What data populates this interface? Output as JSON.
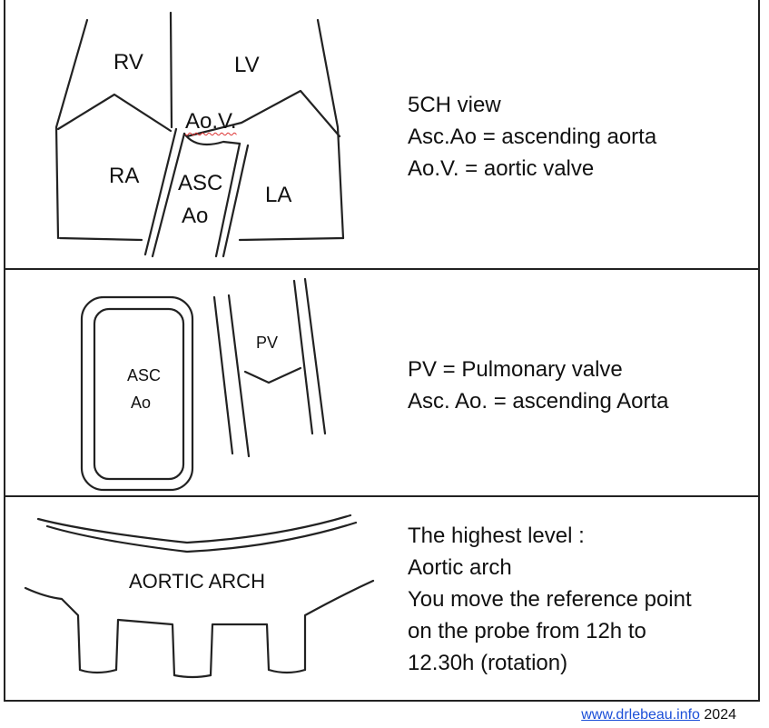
{
  "panels": [
    {
      "labels": {
        "rv": "RV",
        "lv": "LV",
        "aov": "Ao.V.",
        "ra": "RA",
        "asc_line1": "ASC",
        "asc_line2": "Ao",
        "la": "LA"
      },
      "caption": [
        "5CH view",
        "Asc.Ao = ascending aorta",
        "Ao.V. = aortic valve"
      ]
    },
    {
      "labels": {
        "asc_line1": "ASC",
        "asc_line2": "Ao",
        "pv": "PV"
      },
      "caption": [
        "PV = Pulmonary valve",
        "Asc. Ao. = ascending Aorta"
      ]
    },
    {
      "labels": {
        "arch": "AORTIC ARCH"
      },
      "caption": [
        "The highest level :",
        "Aortic arch",
        "You move the reference point",
        "on the probe from 12h to",
        "12.30h (rotation)"
      ]
    }
  ],
  "footer": {
    "link": "www.drlebeau.info",
    "year": "2024"
  },
  "colors": {
    "ink": "#222222",
    "link": "#1b4fd8",
    "squiggle": "#dd3333"
  }
}
